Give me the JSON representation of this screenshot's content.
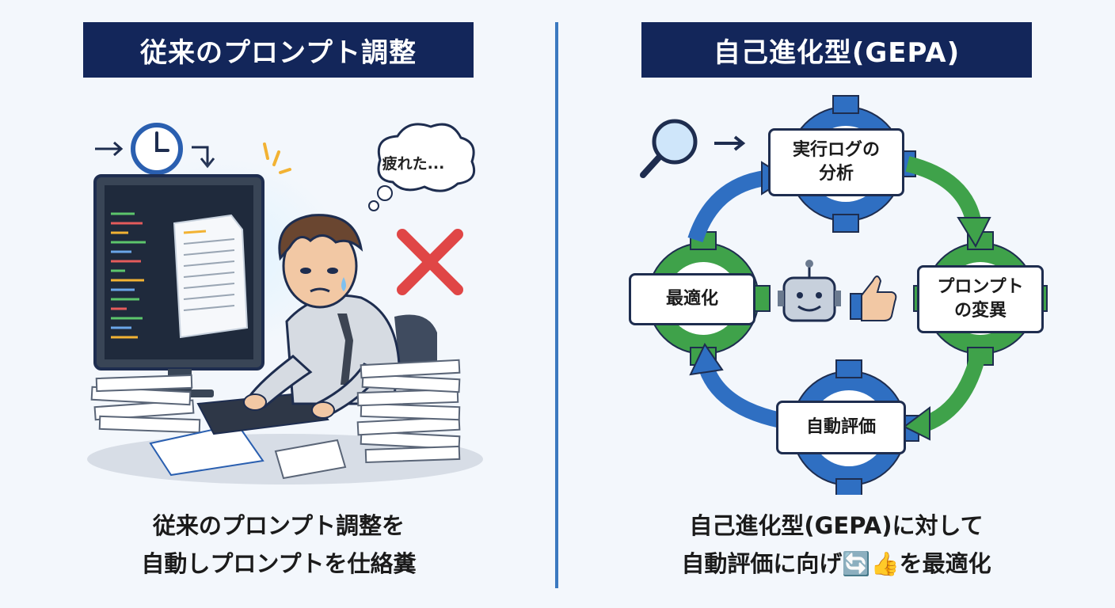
{
  "left": {
    "title": "従来のプロンプト調整",
    "thought": "疲れた...",
    "caption_line1": "従来のプロンプト調整を",
    "caption_line2": "自動しプロンプトを仕絡糞"
  },
  "right": {
    "title": "自己進化型(GEPA)",
    "nodes": {
      "log_line1": "実行ログの",
      "log_line2": "分析",
      "mutate_line1": "プロンプト",
      "mutate_line2": "の変異",
      "optimize": "最適化",
      "eval": "自動評価"
    },
    "caption_line1": "自己進化型(GEPA)に対して",
    "caption_line2": "自動評価に向げ🔄👍を最適化"
  },
  "colors": {
    "title_bg": "#13265a",
    "divider": "#3b79c0",
    "gear_blue": "#2f6fc2",
    "gear_green": "#3fa24a",
    "cross_red": "#e04646"
  },
  "icons": [
    "clock-icon",
    "magnifier-icon",
    "robot-icon",
    "thumbs-up-icon",
    "cross-icon"
  ]
}
